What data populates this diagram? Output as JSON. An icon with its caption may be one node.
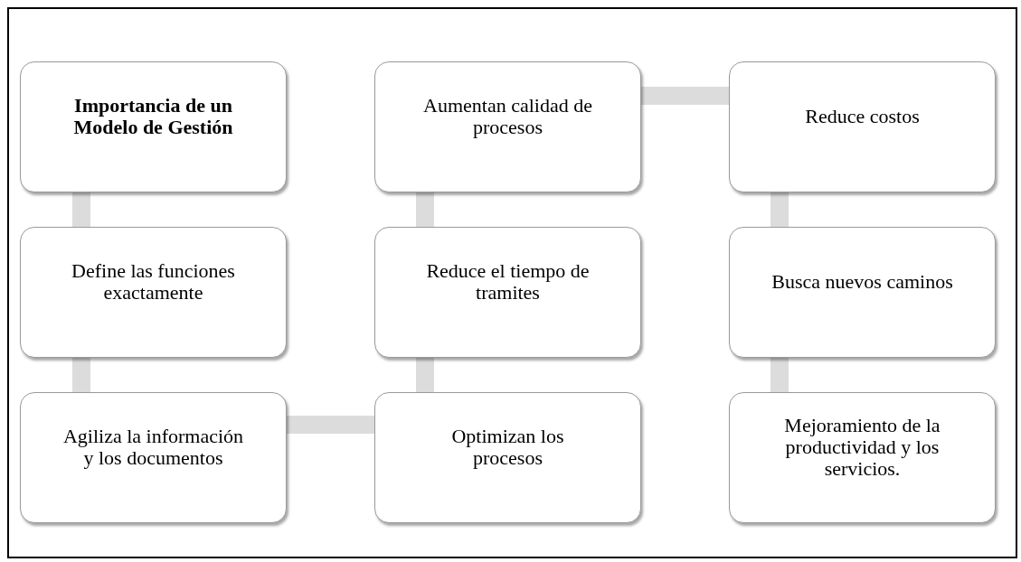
{
  "diagram": {
    "nodes": [
      {
        "text": [
          "Importancia de un Modelo de Gestión"
        ]
      },
      {
        "text": [
          "Define las funciones exactamente"
        ]
      },
      {
        "text": [
          "Agiliza la información y los documentos"
        ]
      },
      {
        "text": [
          "Optimizan los procesos"
        ]
      },
      {
        "text": [
          "Reduce el tiempo de tramites"
        ]
      },
      {
        "text": [
          "Aumentan calidad de procesos"
        ]
      },
      {
        "text": [
          "Reduce costos"
        ]
      },
      {
        "text": [
          "Busca nuevos caminos"
        ]
      },
      {
        "text": [
          "Mejoramiento de la productividad y los servicios."
        ]
      }
    ],
    "edges": [
      {
        "from": 0,
        "to": 1,
        "arrow": "none"
      },
      {
        "from": 1,
        "to": 2,
        "arrow": "none"
      },
      {
        "from": 2,
        "to": 3,
        "arrow": "none"
      },
      {
        "from": 3,
        "to": 4,
        "arrow": "none"
      },
      {
        "from": 4,
        "to": 5,
        "arrow": "none"
      },
      {
        "from": 5,
        "to": 6,
        "arrow": "none"
      },
      {
        "from": 6,
        "to": 7,
        "arrow": "none"
      },
      {
        "from": 7,
        "to": 8,
        "arrow": "none"
      }
    ]
  }
}
